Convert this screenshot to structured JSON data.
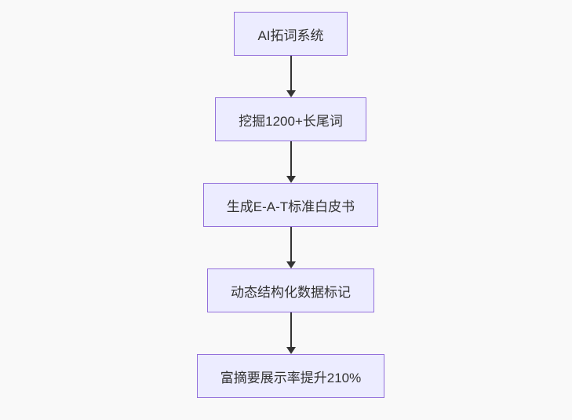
{
  "diagram": {
    "type": "flowchart",
    "direction": "top-down",
    "nodes": [
      {
        "id": "A",
        "label": "AI拓词系统"
      },
      {
        "id": "B",
        "label": "挖掘1200+长尾词"
      },
      {
        "id": "C",
        "label": "生成E-A-T标准白皮书"
      },
      {
        "id": "D",
        "label": "动态结构化数据标记"
      },
      {
        "id": "E",
        "label": "富摘要展示率提升210%"
      }
    ],
    "edges": [
      {
        "from": "A",
        "to": "B"
      },
      {
        "from": "B",
        "to": "C"
      },
      {
        "from": "C",
        "to": "D"
      },
      {
        "from": "D",
        "to": "E"
      }
    ]
  },
  "colors": {
    "page_bg": "#f9f9f9",
    "node_fill": "#ececff",
    "node_border": "#9370db",
    "arrow": "#333333",
    "text": "#333333"
  }
}
